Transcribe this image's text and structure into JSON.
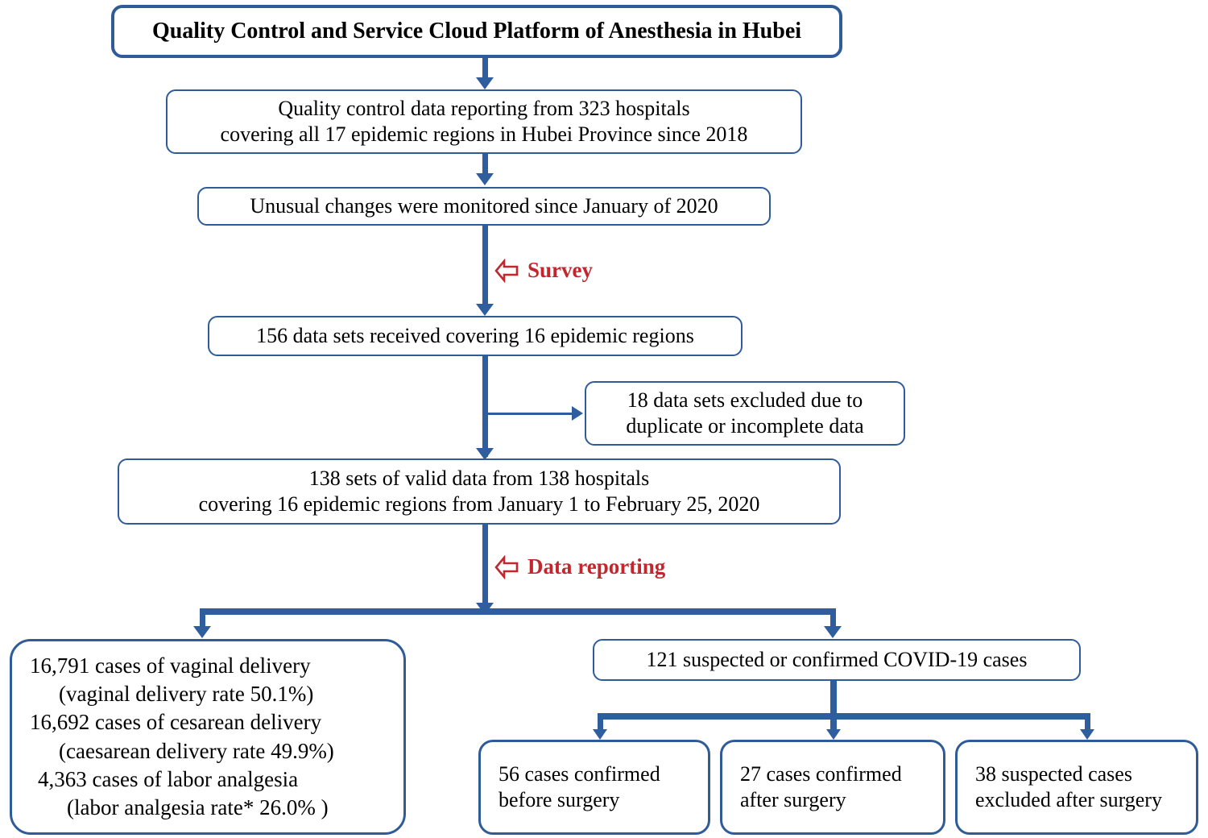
{
  "diagram": {
    "title": "Quality Control and Service Cloud Platform of Anesthesia in Hubei",
    "accent_blue": "#2F5B98",
    "connector_blue": "#2E5E9E",
    "annotation_red": "#C1272D"
  },
  "nodes": {
    "platform": {
      "lines": [
        "Quality Control and Service Cloud Platform of Anesthesia in Hubei"
      ]
    },
    "reporting": {
      "lines": [
        "Quality control data reporting from 323 hospitals",
        "covering all 17 epidemic regions in Hubei Province since 2018"
      ]
    },
    "monitored": {
      "lines": [
        "Unusual changes were monitored since January of  2020"
      ]
    },
    "received": {
      "lines": [
        "156 data sets received covering 16 epidemic regions"
      ]
    },
    "excluded": {
      "lines": [
        "18 data sets excluded due to",
        "duplicate or incomplete data"
      ]
    },
    "valid": {
      "lines": [
        "138 sets of valid data from 138 hospitals",
        "covering 16 epidemic regions from January 1 to February 25, 2020"
      ]
    },
    "deliveries": {
      "lines": [
        "16,791 cases of vaginal delivery",
        "(vaginal delivery rate 50.1%)",
        "16,692 cases of cesarean delivery",
        "(caesarean delivery rate 49.9%)",
        "4,363 cases of labor analgesia",
        "(labor analgesia rate* 26.0% )"
      ]
    },
    "covid": {
      "lines": [
        "121 suspected or confirmed COVID-19 cases"
      ]
    },
    "confirmed_before": {
      "lines": [
        "56 cases confirmed",
        "before surgery"
      ]
    },
    "confirmed_after": {
      "lines": [
        "27 cases confirmed",
        "after surgery"
      ]
    },
    "suspected_excluded": {
      "lines": [
        "38 suspected cases",
        "excluded after surgery"
      ]
    }
  },
  "annotations": {
    "survey": {
      "label": "Survey",
      "icon": "left-block-arrow-icon"
    },
    "data_reporting": {
      "label": "Data reporting",
      "icon": "left-block-arrow-icon"
    }
  }
}
